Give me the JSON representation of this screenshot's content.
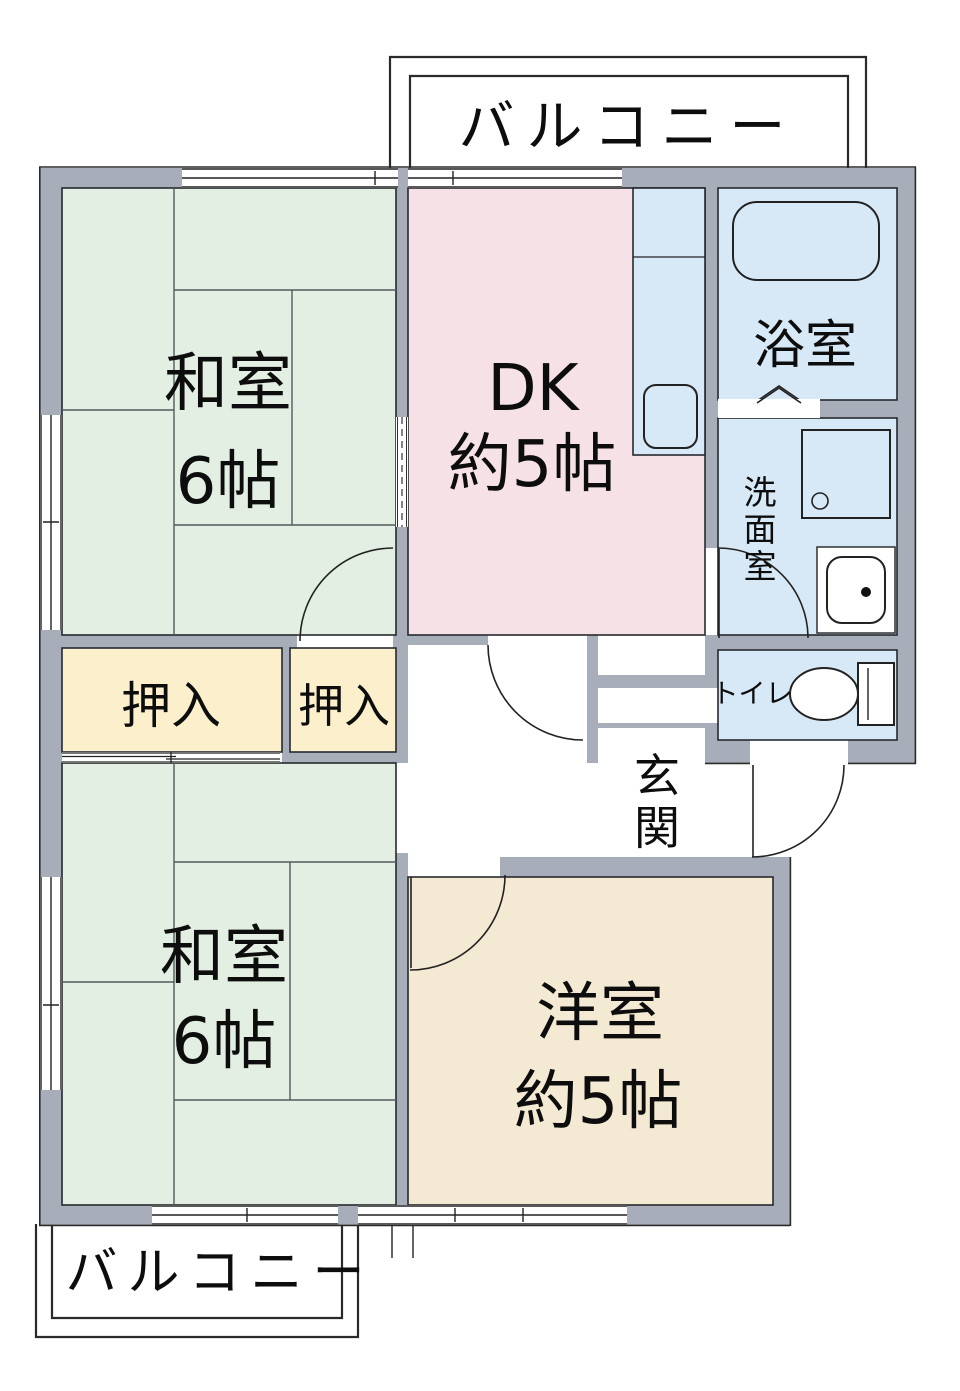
{
  "document": {
    "type": "apartment floor plan (madori-zu)"
  },
  "colors": {
    "wall": "#a8aeb9",
    "tatami_room_green": "#e3efe3",
    "dining_kitchen_pink": "#f6e2e6",
    "wet_area_blue": "#d7e9f6",
    "closet_cream": "#fcefcc",
    "western_room_tan": "#f4e9d2",
    "line": "#2b2b2b"
  },
  "rooms": {
    "balcony_top": {
      "label": "バルコニー"
    },
    "balcony_bottom": {
      "label": "バルコニー"
    },
    "washitsu1": {
      "label": "和室",
      "size": "6帖"
    },
    "washitsu2": {
      "label": "和室",
      "size": "6帖"
    },
    "dk": {
      "label": "DK",
      "size": "約5帖"
    },
    "yoshitsu": {
      "label": "洋室",
      "size": "約5帖"
    },
    "bathroom": {
      "label": "浴室"
    },
    "washroom": {
      "label": "洗面室",
      "chars": [
        "洗",
        "面",
        "室"
      ]
    },
    "toilet": {
      "label": "トイレ"
    },
    "closet1": {
      "label": "押入"
    },
    "closet2": {
      "label": "押入"
    },
    "entrance": {
      "label": "玄関",
      "chars": [
        "玄",
        "関"
      ]
    }
  }
}
